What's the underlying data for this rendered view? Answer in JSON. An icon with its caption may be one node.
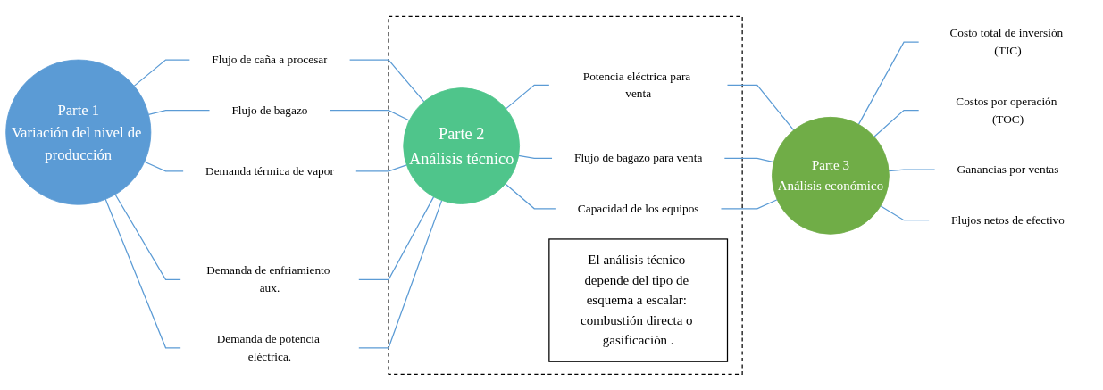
{
  "diagram": {
    "nodes": [
      {
        "text": [
          "Parte 1",
          "Variación del nivel de producción"
        ]
      },
      {
        "text": [
          "Flujo de caña a procesar"
        ]
      },
      {
        "text": [
          "Flujo de bagazo"
        ]
      },
      {
        "text": [
          "Demanda térmica de vapor"
        ]
      },
      {
        "text": [
          "Demanda de enfriamiento aux."
        ]
      },
      {
        "text": [
          "Demanda de potencia eléctrica."
        ]
      },
      {
        "text": [],
        "shape": "box"
      },
      {
        "text": [
          "Parte 2",
          "Análisis técnico"
        ],
        "in": 6
      },
      {
        "text": [
          "Potencia eléctrica para venta"
        ],
        "in": 6
      },
      {
        "text": [
          "Flujo de bagazo para venta"
        ],
        "in": 6
      },
      {
        "text": [
          "Capacidad de los equipos"
        ],
        "in": 6
      },
      {
        "text": [
          "El análisis técnico depende del tipo de esquema a escalar: combustión directa o gasificación ."
        ],
        "in": 6
      },
      {
        "text": [
          "Parte 3",
          "Análisis económico"
        ]
      },
      {
        "text": [
          "Costo total de inversión (TIC)"
        ]
      },
      {
        "text": [
          "Costos por operación (TOC)"
        ]
      },
      {
        "text": [
          "Ganancias por ventas"
        ]
      },
      {
        "text": [
          "Flujos netos de efectivo"
        ]
      }
    ],
    "edges": [
      {
        "from": 0,
        "to": 1,
        "arrow": "none"
      },
      {
        "from": 0,
        "to": 2,
        "arrow": "none"
      },
      {
        "from": 0,
        "to": 3,
        "arrow": "none"
      },
      {
        "from": 0,
        "to": 4,
        "arrow": "none"
      },
      {
        "from": 0,
        "to": 5,
        "arrow": "none"
      },
      {
        "from": 1,
        "to": 7,
        "arrow": "none"
      },
      {
        "from": 2,
        "to": 7,
        "arrow": "none"
      },
      {
        "from": 3,
        "to": 7,
        "arrow": "none"
      },
      {
        "from": 4,
        "to": 7,
        "arrow": "none"
      },
      {
        "from": 5,
        "to": 7,
        "arrow": "none"
      },
      {
        "from": 7,
        "to": 8,
        "arrow": "none"
      },
      {
        "from": 7,
        "to": 9,
        "arrow": "none"
      },
      {
        "from": 7,
        "to": 10,
        "arrow": "none"
      },
      {
        "from": 8,
        "to": 12,
        "arrow": "none"
      },
      {
        "from": 9,
        "to": 12,
        "arrow": "none"
      },
      {
        "from": 10,
        "to": 12,
        "arrow": "none"
      },
      {
        "from": 12,
        "to": 13,
        "arrow": "none"
      },
      {
        "from": 12,
        "to": 14,
        "arrow": "none"
      },
      {
        "from": 12,
        "to": 15,
        "arrow": "none"
      },
      {
        "from": 12,
        "to": 16,
        "arrow": "none"
      }
    ]
  }
}
